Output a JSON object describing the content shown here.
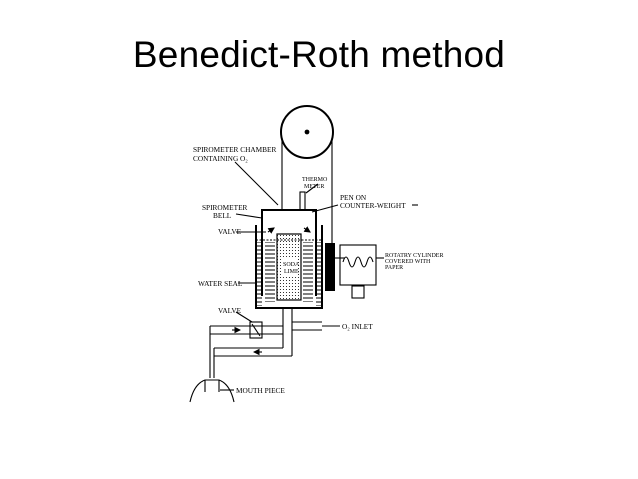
{
  "slide": {
    "title": "Benedict-Roth method"
  },
  "diagram": {
    "labels": {
      "chamber_line1": "SPIROMETER CHAMBER",
      "chamber_line2": "CONTAINING O₂",
      "thermo_line1": "THERMO",
      "thermo_line2": "METER",
      "pen_line1": "PEN ON",
      "pen_line2": "COUNTER-WEIGHT",
      "bell_line1": "SPIROMETER",
      "bell_line2": "BELL",
      "valve_top": "VALVE",
      "soda_line1": "SODA",
      "soda_line2": "LIME",
      "cylinder_line1": "ROTATRY CYLINDER",
      "cylinder_line2": "COVERED WITH",
      "cylinder_line3": "PAPER",
      "water_seal": "WATER SEAL",
      "valve_bottom": "VALVE",
      "o2_inlet": "O₂ INLET",
      "mouth_piece": "MOUTH PIECE"
    }
  }
}
